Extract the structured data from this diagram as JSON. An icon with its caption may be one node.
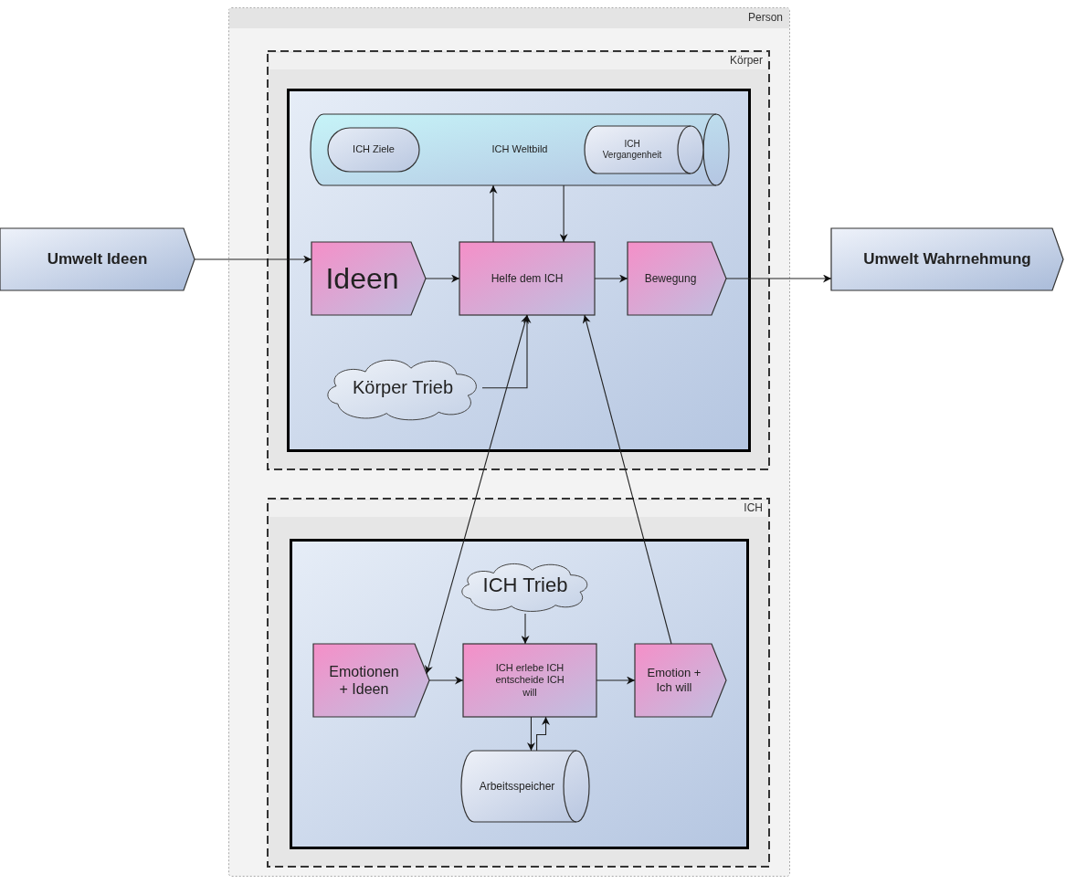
{
  "diagram": {
    "nodes": [
      {
        "text": [
          "Umwelt Ideen"
        ]
      },
      {
        "text": [
          "Person"
        ]
      },
      {
        "text": [
          "Körper"
        ],
        "in": 1
      },
      {
        "text": [],
        "shape": "box",
        "in": 2
      },
      {
        "text": [
          "ICH Weltbild"
        ],
        "in": 3
      },
      {
        "text": [
          "ICH Ziele"
        ],
        "in": 4
      },
      {
        "text": [
          "ICH Vergangenheit"
        ],
        "in": 4
      },
      {
        "text": [
          "Ideen"
        ],
        "in": 3
      },
      {
        "text": [
          "Helfe dem ICH"
        ],
        "in": 3
      },
      {
        "text": [
          "Bewegung"
        ],
        "in": 3
      },
      {
        "text": [
          "Körper Trieb"
        ],
        "in": 3
      },
      {
        "text": [
          "ICH"
        ],
        "in": 1
      },
      {
        "text": [],
        "shape": "box",
        "in": 11
      },
      {
        "text": [
          "ICH Trieb"
        ],
        "in": 12
      },
      {
        "text": [
          "Emotionen + Ideen"
        ],
        "in": 12
      },
      {
        "text": [
          "ICH erlebe ICH entscheide ICH will"
        ],
        "in": 12
      },
      {
        "text": [
          "Emotion + Ich will"
        ],
        "in": 12
      },
      {
        "text": [
          "Arbeitsspeicher"
        ],
        "in": 12
      },
      {
        "text": [
          "Umwelt Wahrnehmung"
        ]
      }
    ],
    "edges": [
      {
        "from": 0,
        "to": 7,
        "arrow": "to"
      },
      {
        "from": 7,
        "to": 8,
        "arrow": "to"
      },
      {
        "from": 8,
        "to": 9,
        "arrow": "to"
      },
      {
        "from": 8,
        "to": 4,
        "arrow": "to"
      },
      {
        "from": 4,
        "to": 8,
        "arrow": "to"
      },
      {
        "from": 10,
        "to": 8,
        "arrow": "to"
      },
      {
        "from": 8,
        "to": 14,
        "arrow": "both"
      },
      {
        "from": 16,
        "to": 8,
        "arrow": "to"
      },
      {
        "from": 13,
        "to": 15,
        "arrow": "to"
      },
      {
        "from": 14,
        "to": 15,
        "arrow": "to"
      },
      {
        "from": 15,
        "to": 16,
        "arrow": "to"
      },
      {
        "from": 15,
        "to": 17,
        "arrow": "to"
      },
      {
        "from": 17,
        "to": 15,
        "arrow": "to"
      },
      {
        "from": 9,
        "to": 18,
        "arrow": "to"
      }
    ]
  }
}
